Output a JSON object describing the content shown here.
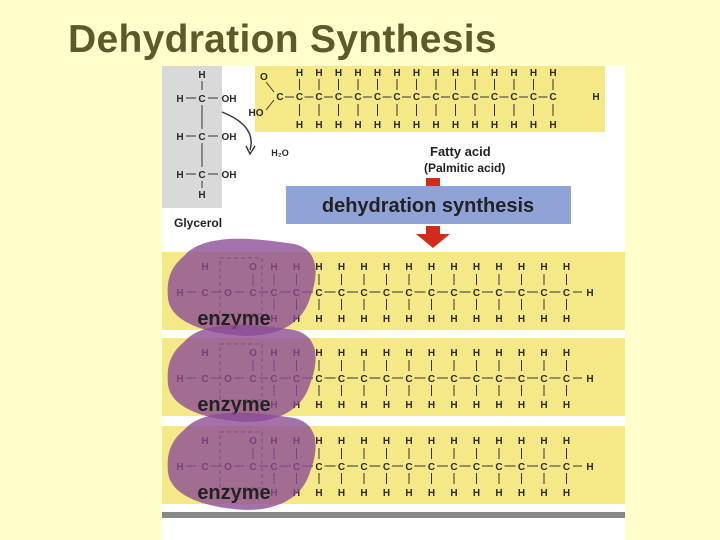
{
  "title": "Dehydration Synthesis",
  "figure": {
    "glycerol_label": "Glycerol",
    "fatty_acid_label": "Fatty acid",
    "palmitic_label": "(Palmitic acid)",
    "water_label": "H₂O",
    "ho_label": "HO",
    "oh_label": "OH",
    "process_label": "dehydration synthesis",
    "enzyme_label": "enzyme",
    "atoms": {
      "C": "C",
      "H": "H",
      "O": "O"
    }
  },
  "colors": {
    "background": "#ffffcc",
    "title": "#5c5a2a",
    "chain_band": "#f5e887",
    "glycerol_band": "#d9d9d9",
    "process_box": "#8fa3d6",
    "arrow": "#d42a1a",
    "enzyme": "#8a4a94"
  }
}
